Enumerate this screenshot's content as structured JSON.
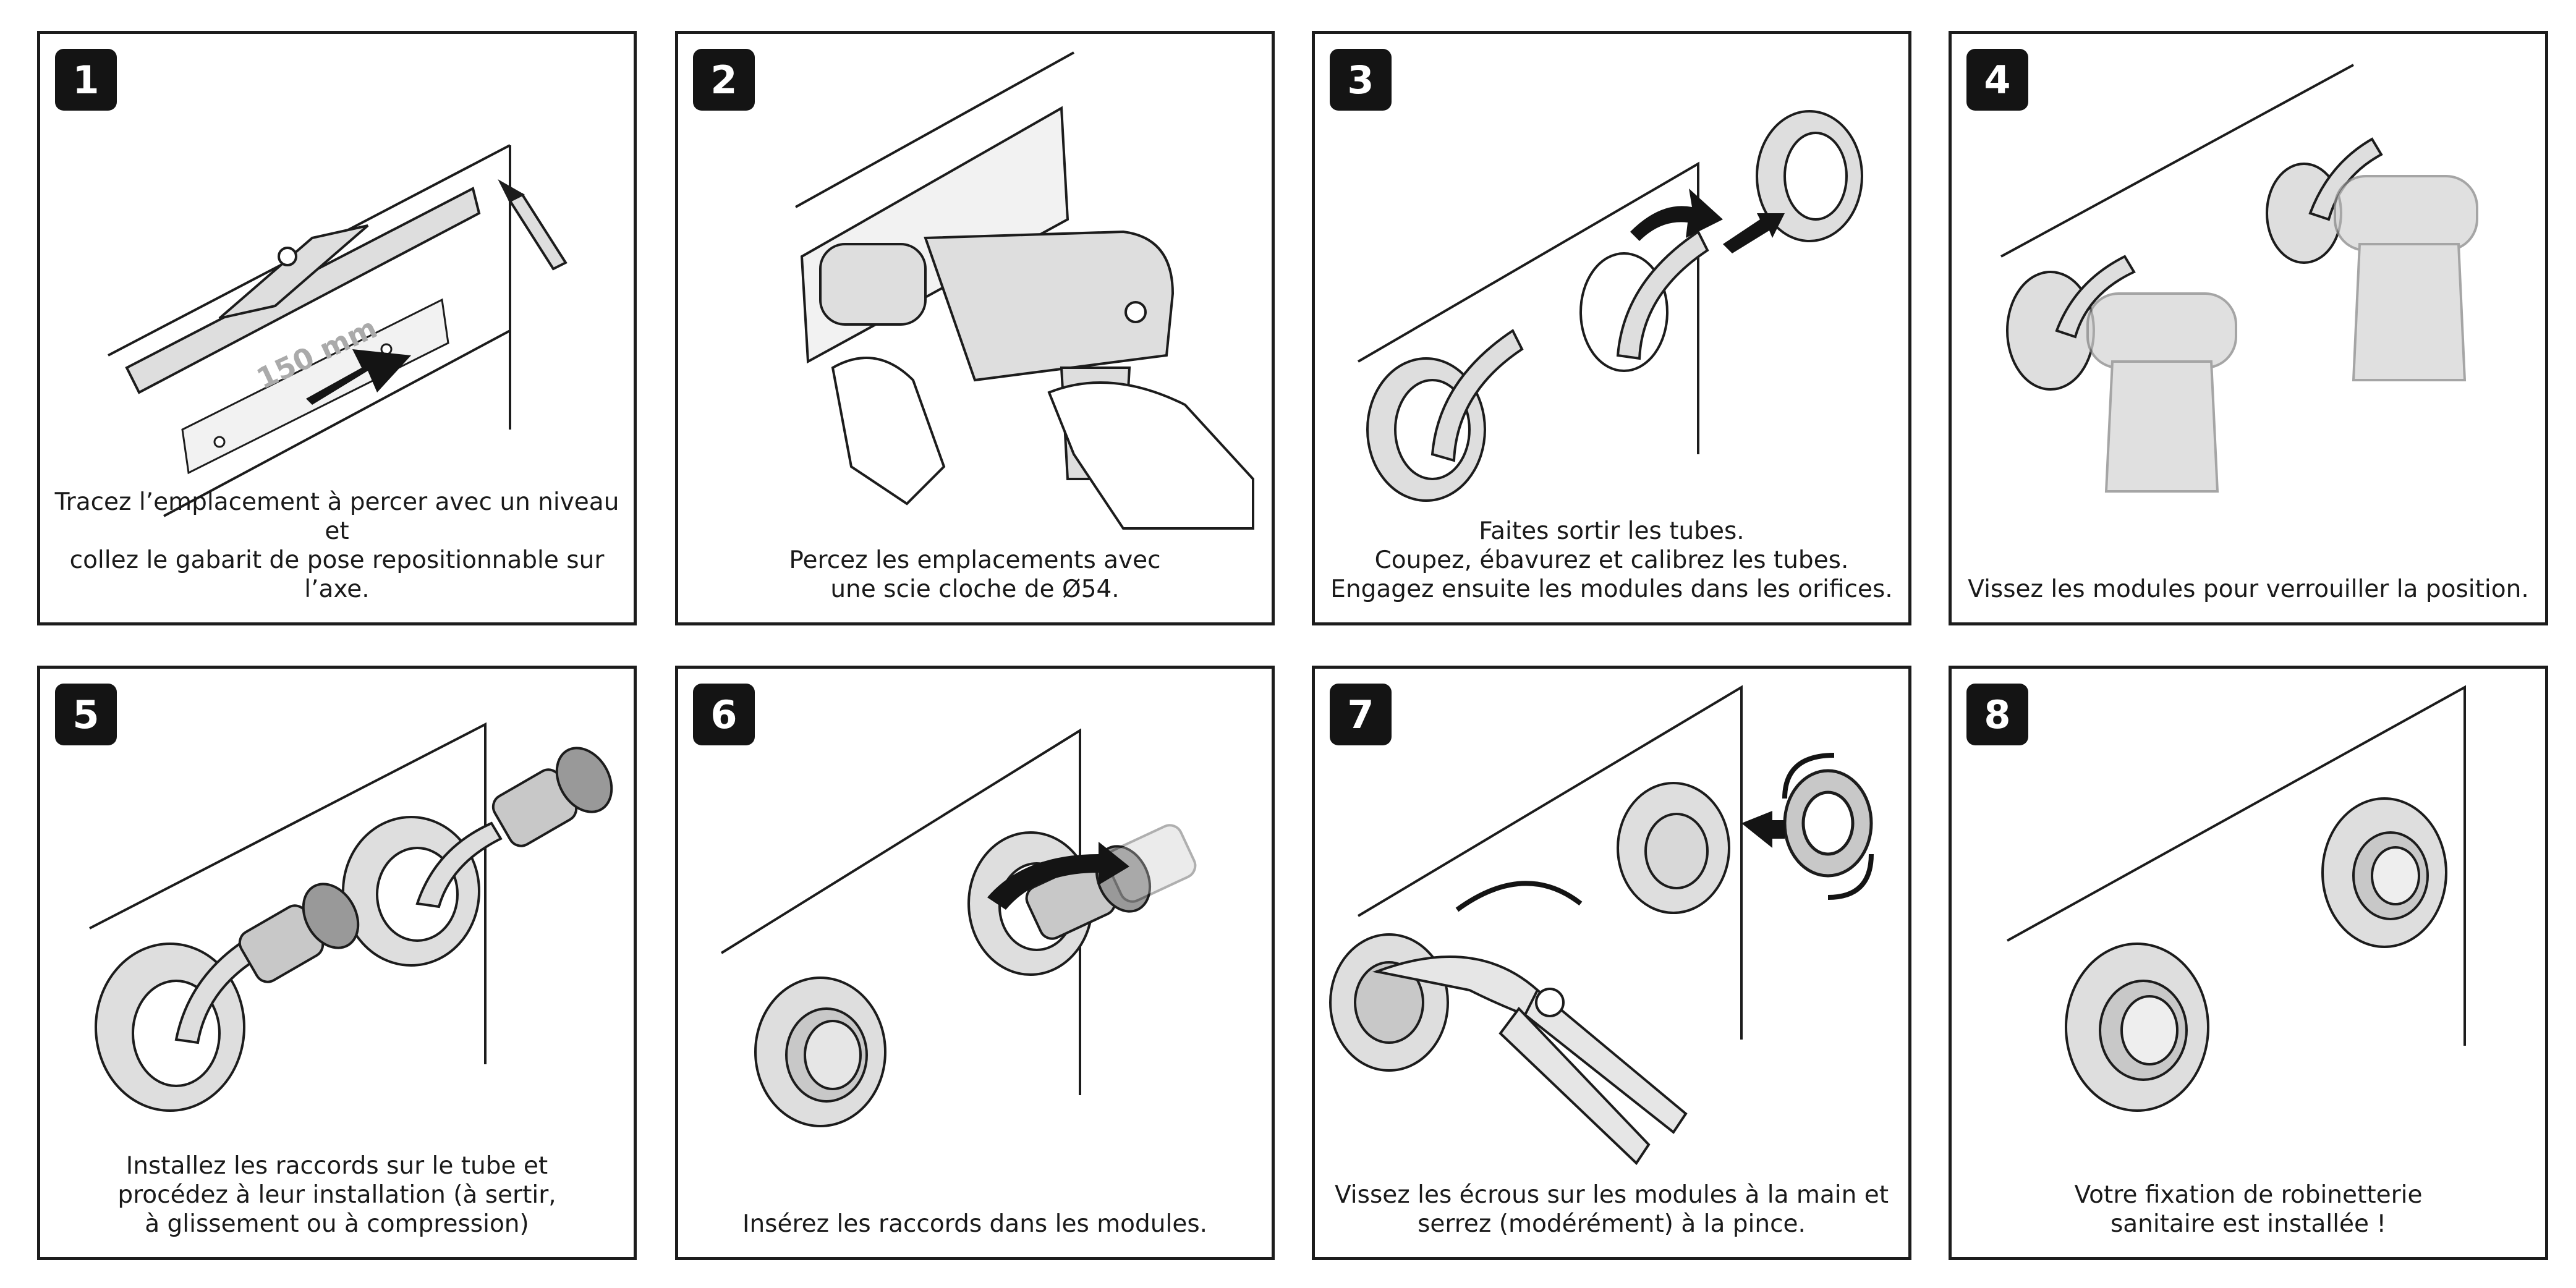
{
  "colors": {
    "ink": "#1c1c1c",
    "fill": "#dedede",
    "badge": "#141414"
  },
  "steps": [
    {
      "number": "1",
      "caption": "Tracez l’emplacement à percer avec un niveau et\ncollez le gabarit de pose repositionnable sur l’axe.",
      "measure": "150 mm",
      "icons": [
        "level-icon",
        "pencil-icon",
        "template-icon",
        "arrow-icon"
      ]
    },
    {
      "number": "2",
      "caption": "Percez les emplacements avec\nune scie cloche de Ø54.",
      "icons": [
        "drill-icon",
        "hands-icon",
        "template-icon"
      ]
    },
    {
      "number": "3",
      "caption": "Faites sortir les tubes.\nCoupez, ébavurez et calibrez les tubes.\nEngagez ensuite les modules dans les orifices.",
      "icons": [
        "tube-icon",
        "module-icon",
        "arrow-icon"
      ]
    },
    {
      "number": "4",
      "caption": "Vissez les modules pour verrouiller la position.",
      "icons": [
        "screwdriver-icon",
        "module-icon"
      ]
    },
    {
      "number": "5",
      "caption": "Installez les raccords sur le tube et\nprocédez à leur installation (à sertir,\nà glissement ou à compression)",
      "icons": [
        "fitting-icon",
        "module-icon"
      ]
    },
    {
      "number": "6",
      "caption": "Insérez les raccords dans les modules.",
      "icons": [
        "fitting-icon",
        "arrow-icon"
      ]
    },
    {
      "number": "7",
      "caption": "Vissez les écrous sur les modules à la main et\nserrez (modérément) à la pince.",
      "icons": [
        "pliers-icon",
        "nut-icon",
        "rotate-arrow-icon"
      ]
    },
    {
      "number": "8",
      "caption": "Votre fixation de robinetterie\nsanitaire est installée !",
      "icons": [
        "finished-fixture-icon"
      ]
    }
  ]
}
